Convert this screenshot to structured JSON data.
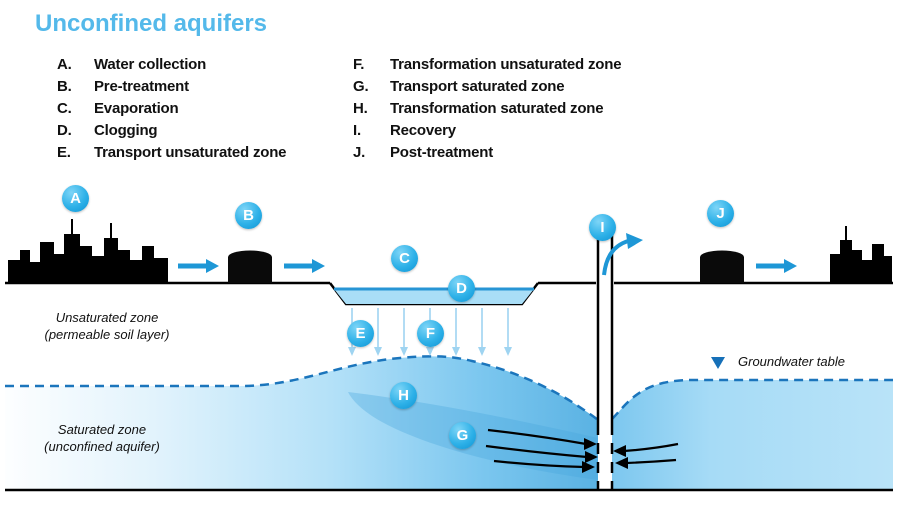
{
  "title": "Unconfined aquifers",
  "legend": {
    "left": [
      {
        "letter": "A.",
        "label": "Water collection"
      },
      {
        "letter": "B.",
        "label": "Pre-treatment"
      },
      {
        "letter": "C.",
        "label": "Evaporation"
      },
      {
        "letter": "D.",
        "label": "Clogging"
      },
      {
        "letter": "E.",
        "label": "Transport unsaturated zone"
      }
    ],
    "right": [
      {
        "letter": "F.",
        "label": "Transformation unsaturated zone"
      },
      {
        "letter": "G.",
        "label": "Transport saturated zone"
      },
      {
        "letter": "H.",
        "label": "Transformation saturated zone"
      },
      {
        "letter": "I.",
        "label": "Recovery"
      },
      {
        "letter": "J.",
        "label": "Post-treatment"
      }
    ]
  },
  "diagram": {
    "badges": [
      {
        "letter": "A"
      },
      {
        "letter": "B"
      },
      {
        "letter": "C"
      },
      {
        "letter": "D"
      },
      {
        "letter": "E"
      },
      {
        "letter": "F"
      },
      {
        "letter": "G"
      },
      {
        "letter": "H"
      },
      {
        "letter": "I"
      },
      {
        "letter": "J"
      }
    ],
    "labels": {
      "unsaturated_line1": "Unsaturated zone",
      "unsaturated_line2": "(permeable soil layer)",
      "saturated_line1": "Saturated zone",
      "saturated_line2": "(unconfined aquifer)",
      "groundwater_table": "Groundwater table"
    },
    "colors": {
      "title_blue": "#54b9ea",
      "badge_blue": "#1ba7e0",
      "basin_water": "#a9def7",
      "water_surface_line": "#2795d5",
      "groundwater_dash_blue": "#1b75bc",
      "flow_arrow_blue": "#1e97d6",
      "infiltration_arrow_blue": "#9fd4f1",
      "silhouette_black": "#000000"
    }
  }
}
